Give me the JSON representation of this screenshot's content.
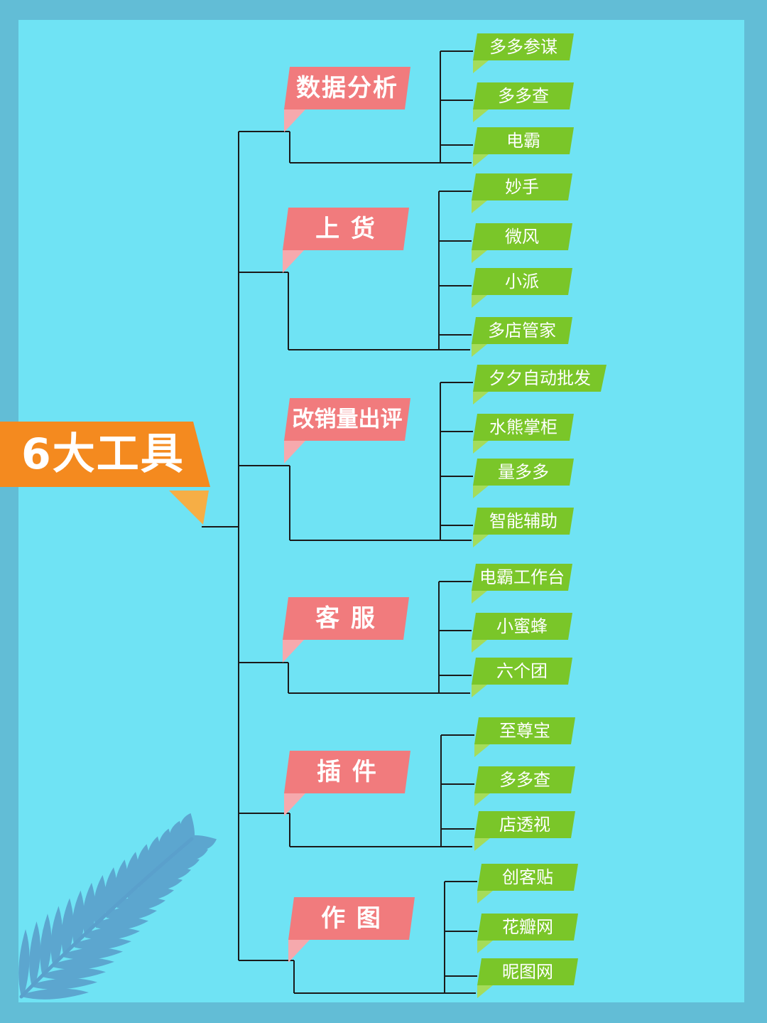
{
  "title": "6大工具",
  "categories": [
    {
      "label": "数据分析",
      "tools": [
        "多多参谋",
        "多多查",
        "电霸"
      ]
    },
    {
      "label": "上 货",
      "tools": [
        "妙手",
        "微风",
        "小派",
        "多店管家"
      ]
    },
    {
      "label": "改销量出评",
      "tools": [
        "夕夕自动批发",
        "水熊掌柜",
        "量多多",
        "智能辅助"
      ]
    },
    {
      "label": "客 服",
      "tools": [
        "电霸工作台",
        "小蜜蜂",
        "六个团"
      ]
    },
    {
      "label": "插 件",
      "tools": [
        "至尊宝",
        "多多查",
        "店透视"
      ]
    },
    {
      "label": "作 图",
      "tools": [
        "创客贴",
        "花瓣网",
        "昵图网"
      ]
    }
  ],
  "colors": {
    "background": "#6fe3f4",
    "frame": "#62bdd6",
    "title_ribbon": "#f48a1f",
    "category": "#f17b7d",
    "tool": "#7ac629",
    "line": "#1a1a1a"
  },
  "decoration": "palm-leaf-icon"
}
